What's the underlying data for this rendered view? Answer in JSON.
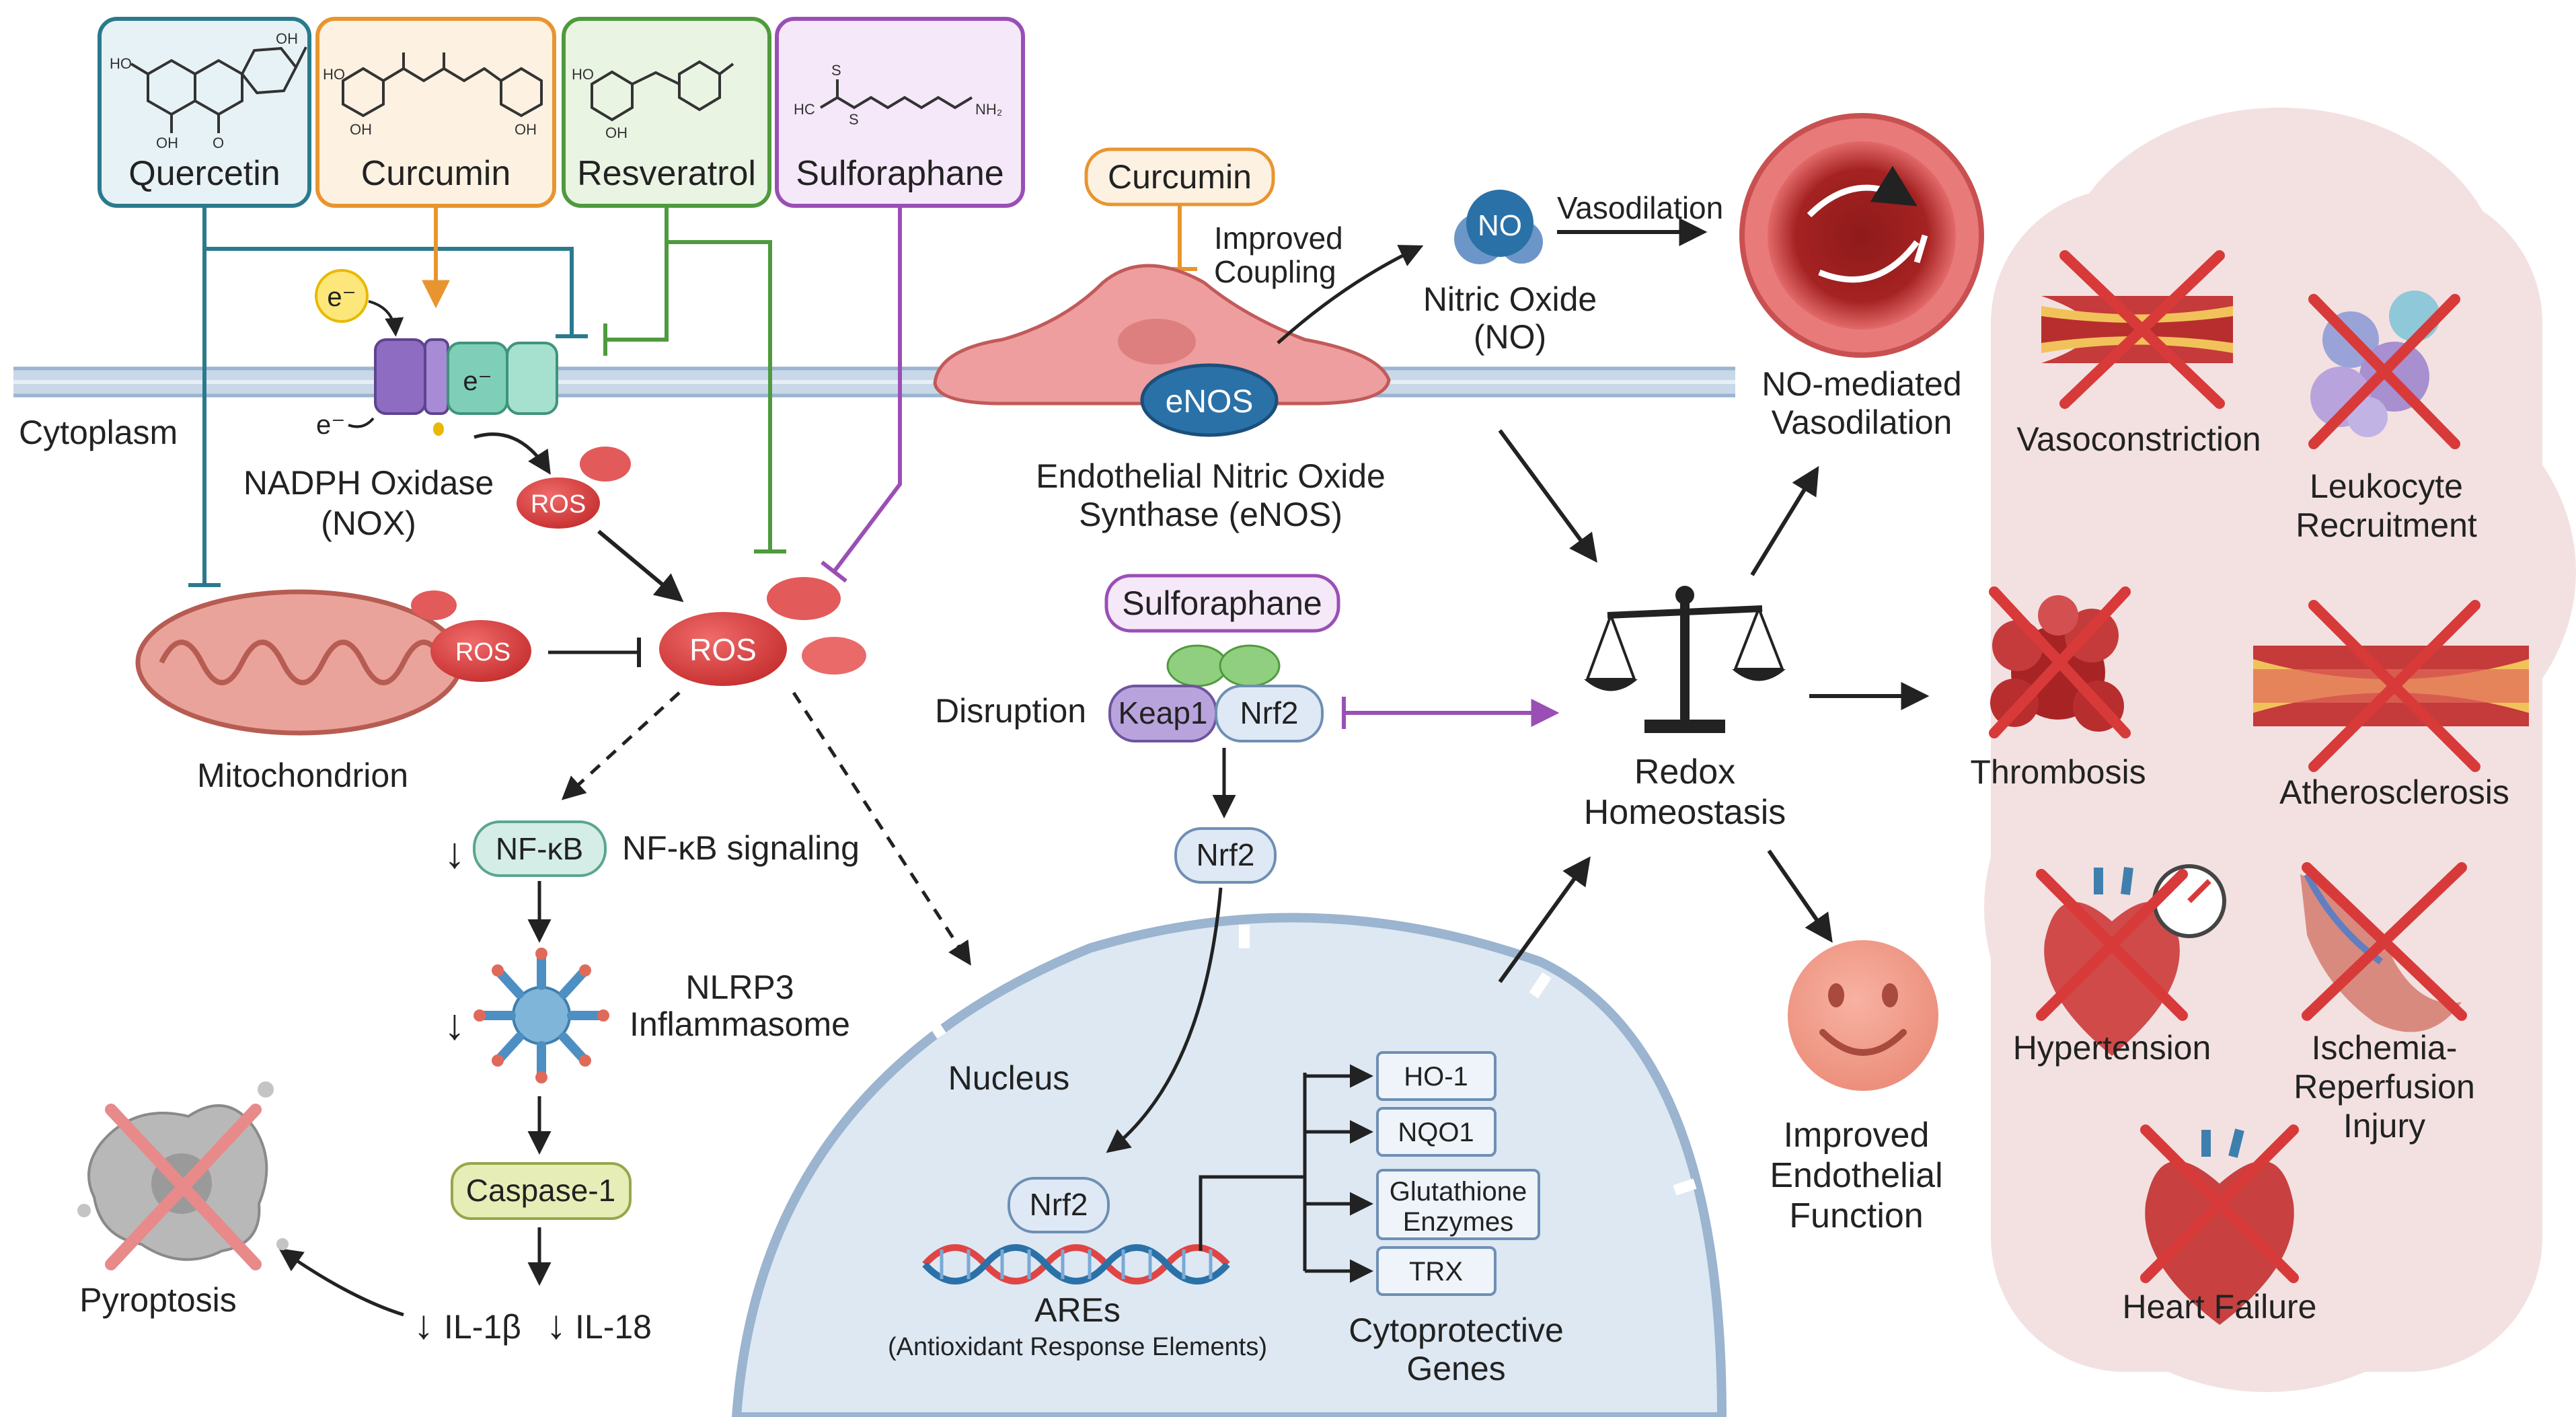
{
  "compounds": {
    "quercetin": "Quercetin",
    "curcumin": "Curcumin",
    "resveratrol": "Resveratrol",
    "sulforaphane": "Sulforaphane"
  },
  "structure_text": {
    "oh": "OH",
    "ho": "HO",
    "o": "O",
    "s": "S",
    "hc": "HC",
    "nh2": "NH₂"
  },
  "membrane": {
    "cytoplasm": "Cytoplasm",
    "electron": "e⁻",
    "nox_line1": "NADPH Oxidase",
    "nox_line2": "(NOX)",
    "ros": "ROS"
  },
  "mitochondria": {
    "label": "Mitochondrion",
    "ros": "ROS"
  },
  "inflammation": {
    "nfkb": "NF-κB",
    "nfkb_signaling": "NF-κB signaling",
    "nlrp3_line1": "NLRP3",
    "nlrp3_line2": "Inflammasome",
    "caspase": "Caspase-1",
    "il1b": "IL-1β",
    "il18": "IL-18",
    "down_arrow": "↓",
    "pyroptosis": "Pyroptosis"
  },
  "enos": {
    "curcumin": "Curcumin",
    "improved_line1": "Improved",
    "improved_line2": "Coupling",
    "no": "NO",
    "vasodilation": "Vasodilation",
    "no_line1": "Nitric Oxide",
    "no_line2": "(NO)",
    "enos": "eNOS",
    "enos_line1": "Endothelial Nitric Oxide",
    "enos_line2": "Synthase (eNOS)",
    "no_mediated_line1": "NO-mediated",
    "no_mediated_line2": "Vasodilation"
  },
  "nrf2": {
    "sulforaphane": "Sulforaphane",
    "disruption": "Disruption",
    "keap1": "Keap1",
    "nrf2": "Nrf2",
    "nucleus": "Nucleus",
    "ares": "AREs",
    "ares_full": "(Antioxidant Response Elements)",
    "genes": [
      "HO-1",
      "NQO1",
      "Glutathione",
      "Enzymes",
      "TRX"
    ],
    "cyto_line1": "Cytoprotective",
    "cyto_line2": "Genes"
  },
  "redox": {
    "line1": "Redox",
    "line2": "Homeostasis"
  },
  "outcome": {
    "line1": "Improved",
    "line2": "Endothelial",
    "line3": "Function"
  },
  "diseases": {
    "vasoconstriction": "Vasoconstriction",
    "leukocyte_line1": "Leukocyte",
    "leukocyte_line2": "Recruitment",
    "thrombosis": "Thrombosis",
    "atherosclerosis": "Atherosclerosis",
    "hypertension": "Hypertension",
    "ischemia_line1": "Ischemia-",
    "ischemia_line2": "Reperfusion",
    "ischemia_line3": "Injury",
    "heart_failure": "Heart Failure"
  },
  "colors": {
    "quercetin": "#2a7a8c",
    "curcumin": "#e8952f",
    "resveratrol": "#4f9a3e",
    "sulforaphane": "#9a4fb5",
    "ros": "#e04545",
    "membrane": "#c9d8e8",
    "nucleus": "#dde8f3",
    "disease_bg": "#f3e1e1",
    "cross": "#d83a3a"
  },
  "icons": [
    "electron-icon",
    "nox-complex-icon",
    "mitochondrion-icon",
    "nlrp3-icon",
    "dna-icon",
    "balance-scale-icon",
    "smiley-icon",
    "vessel-icon",
    "red-x-icon"
  ]
}
